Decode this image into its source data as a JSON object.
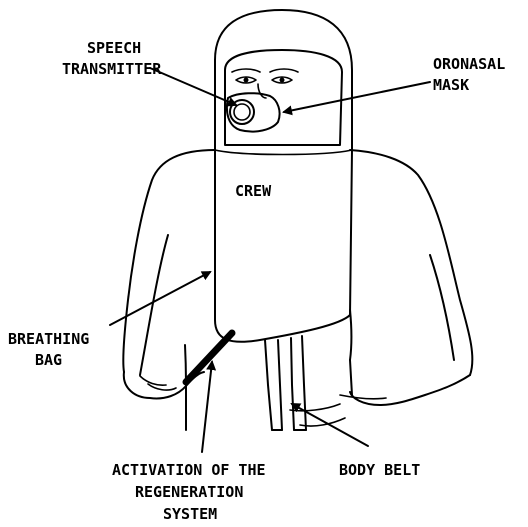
{
  "labels": {
    "speech_transmitter_1": "SPEECH",
    "speech_transmitter_2": "TRANSMITTER",
    "oronasal_mask_1": "ORONASAL",
    "oronasal_mask_2": "MASK",
    "crew": "CREW",
    "breathing_bag_1": "BREATHING",
    "breathing_bag_2": "BAG",
    "activation_1": "ACTIVATION OF THE",
    "activation_2": "REGENERATION",
    "activation_3": "SYSTEM",
    "body_belt": "BODY BELT"
  },
  "colors": {
    "line": "#000000",
    "background": "#ffffff"
  }
}
